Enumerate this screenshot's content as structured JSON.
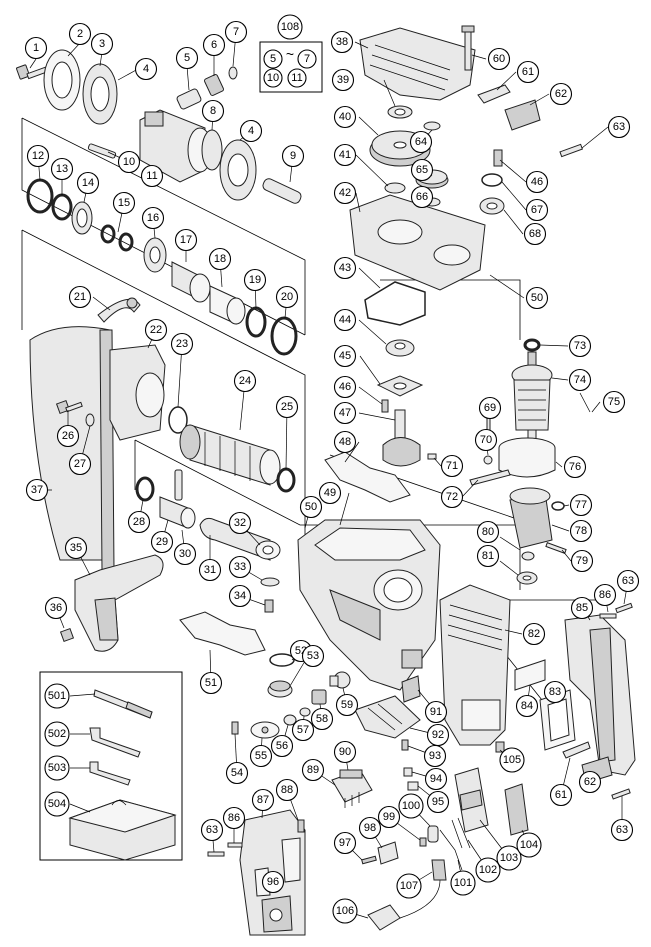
{
  "callouts": [
    {
      "id": "p1",
      "label": "1"
    },
    {
      "id": "p2",
      "label": "2"
    },
    {
      "id": "p3",
      "label": "3"
    },
    {
      "id": "p4a",
      "label": "4"
    },
    {
      "id": "p5",
      "label": "5"
    },
    {
      "id": "p6",
      "label": "6"
    },
    {
      "id": "p7",
      "label": "7"
    },
    {
      "id": "p8",
      "label": "8"
    },
    {
      "id": "p4b",
      "label": "4"
    },
    {
      "id": "p9",
      "label": "9"
    },
    {
      "id": "p10",
      "label": "10"
    },
    {
      "id": "p11",
      "label": "11"
    },
    {
      "id": "p12",
      "label": "12"
    },
    {
      "id": "p13",
      "label": "13"
    },
    {
      "id": "p14",
      "label": "14"
    },
    {
      "id": "p15",
      "label": "15"
    },
    {
      "id": "p16",
      "label": "16"
    },
    {
      "id": "p17",
      "label": "17"
    },
    {
      "id": "p18",
      "label": "18"
    },
    {
      "id": "p19",
      "label": "19"
    },
    {
      "id": "p20",
      "label": "20"
    },
    {
      "id": "p21",
      "label": "21"
    },
    {
      "id": "p22",
      "label": "22"
    },
    {
      "id": "p23",
      "label": "23"
    },
    {
      "id": "p24",
      "label": "24"
    },
    {
      "id": "p25",
      "label": "25"
    },
    {
      "id": "p26",
      "label": "26"
    },
    {
      "id": "p27",
      "label": "27"
    },
    {
      "id": "p28",
      "label": "28"
    },
    {
      "id": "p29",
      "label": "29"
    },
    {
      "id": "p30",
      "label": "30"
    },
    {
      "id": "p31",
      "label": "31"
    },
    {
      "id": "p32",
      "label": "32"
    },
    {
      "id": "p33",
      "label": "33"
    },
    {
      "id": "p34",
      "label": "34"
    },
    {
      "id": "p35",
      "label": "35"
    },
    {
      "id": "p36",
      "label": "36"
    },
    {
      "id": "p37",
      "label": "37"
    },
    {
      "id": "p38",
      "label": "38"
    },
    {
      "id": "p39",
      "label": "39"
    },
    {
      "id": "p40",
      "label": "40"
    },
    {
      "id": "p41",
      "label": "41"
    },
    {
      "id": "p42",
      "label": "42"
    },
    {
      "id": "p43",
      "label": "43"
    },
    {
      "id": "p44",
      "label": "44"
    },
    {
      "id": "p45",
      "label": "45"
    },
    {
      "id": "p46a",
      "label": "46"
    },
    {
      "id": "p46b",
      "label": "46"
    },
    {
      "id": "p47",
      "label": "47"
    },
    {
      "id": "p48",
      "label": "48"
    },
    {
      "id": "p49",
      "label": "49"
    },
    {
      "id": "p50a",
      "label": "50"
    },
    {
      "id": "p50b",
      "label": "50"
    },
    {
      "id": "p51",
      "label": "51"
    },
    {
      "id": "p52",
      "label": "52"
    },
    {
      "id": "p53",
      "label": "53"
    },
    {
      "id": "p54",
      "label": "54"
    },
    {
      "id": "p55",
      "label": "55"
    },
    {
      "id": "p56",
      "label": "56"
    },
    {
      "id": "p57",
      "label": "57"
    },
    {
      "id": "p58",
      "label": "58"
    },
    {
      "id": "p59",
      "label": "59"
    },
    {
      "id": "p60",
      "label": "60"
    },
    {
      "id": "p61a",
      "label": "61"
    },
    {
      "id": "p61b",
      "label": "61"
    },
    {
      "id": "p62a",
      "label": "62"
    },
    {
      "id": "p62b",
      "label": "62"
    },
    {
      "id": "p63a",
      "label": "63"
    },
    {
      "id": "p63b",
      "label": "63"
    },
    {
      "id": "p63c",
      "label": "63"
    },
    {
      "id": "p63d",
      "label": "63"
    },
    {
      "id": "p64",
      "label": "64"
    },
    {
      "id": "p65",
      "label": "65"
    },
    {
      "id": "p66",
      "label": "66"
    },
    {
      "id": "p67",
      "label": "67"
    },
    {
      "id": "p68",
      "label": "68"
    },
    {
      "id": "p69",
      "label": "69"
    },
    {
      "id": "p70",
      "label": "70"
    },
    {
      "id": "p71",
      "label": "71"
    },
    {
      "id": "p72",
      "label": "72"
    },
    {
      "id": "p73",
      "label": "73"
    },
    {
      "id": "p74",
      "label": "74"
    },
    {
      "id": "p75",
      "label": "75"
    },
    {
      "id": "p76",
      "label": "76"
    },
    {
      "id": "p77",
      "label": "77"
    },
    {
      "id": "p78",
      "label": "78"
    },
    {
      "id": "p79",
      "label": "79"
    },
    {
      "id": "p80",
      "label": "80"
    },
    {
      "id": "p81",
      "label": "81"
    },
    {
      "id": "p82",
      "label": "82"
    },
    {
      "id": "p83",
      "label": "83"
    },
    {
      "id": "p84",
      "label": "84"
    },
    {
      "id": "p85",
      "label": "85"
    },
    {
      "id": "p86a",
      "label": "86"
    },
    {
      "id": "p86b",
      "label": "86"
    },
    {
      "id": "p87",
      "label": "87"
    },
    {
      "id": "p88",
      "label": "88"
    },
    {
      "id": "p89",
      "label": "89"
    },
    {
      "id": "p90",
      "label": "90"
    },
    {
      "id": "p91",
      "label": "91"
    },
    {
      "id": "p92",
      "label": "92"
    },
    {
      "id": "p93",
      "label": "93"
    },
    {
      "id": "p94",
      "label": "94"
    },
    {
      "id": "p95",
      "label": "95"
    },
    {
      "id": "p96",
      "label": "96"
    },
    {
      "id": "p97",
      "label": "97"
    },
    {
      "id": "p98",
      "label": "98"
    },
    {
      "id": "p99",
      "label": "99"
    },
    {
      "id": "p100",
      "label": "100"
    },
    {
      "id": "p101",
      "label": "101"
    },
    {
      "id": "p102",
      "label": "102"
    },
    {
      "id": "p103",
      "label": "103"
    },
    {
      "id": "p104",
      "label": "104"
    },
    {
      "id": "p105",
      "label": "105"
    },
    {
      "id": "p106",
      "label": "106"
    },
    {
      "id": "p107",
      "label": "107"
    },
    {
      "id": "p108",
      "label": "108"
    },
    {
      "id": "p501",
      "label": "501"
    },
    {
      "id": "p502",
      "label": "502"
    },
    {
      "id": "p503",
      "label": "503"
    },
    {
      "id": "p504",
      "label": "504"
    }
  ],
  "kit_108": {
    "items": [
      "5",
      "7",
      "10",
      "11"
    ],
    "separator": "~"
  }
}
